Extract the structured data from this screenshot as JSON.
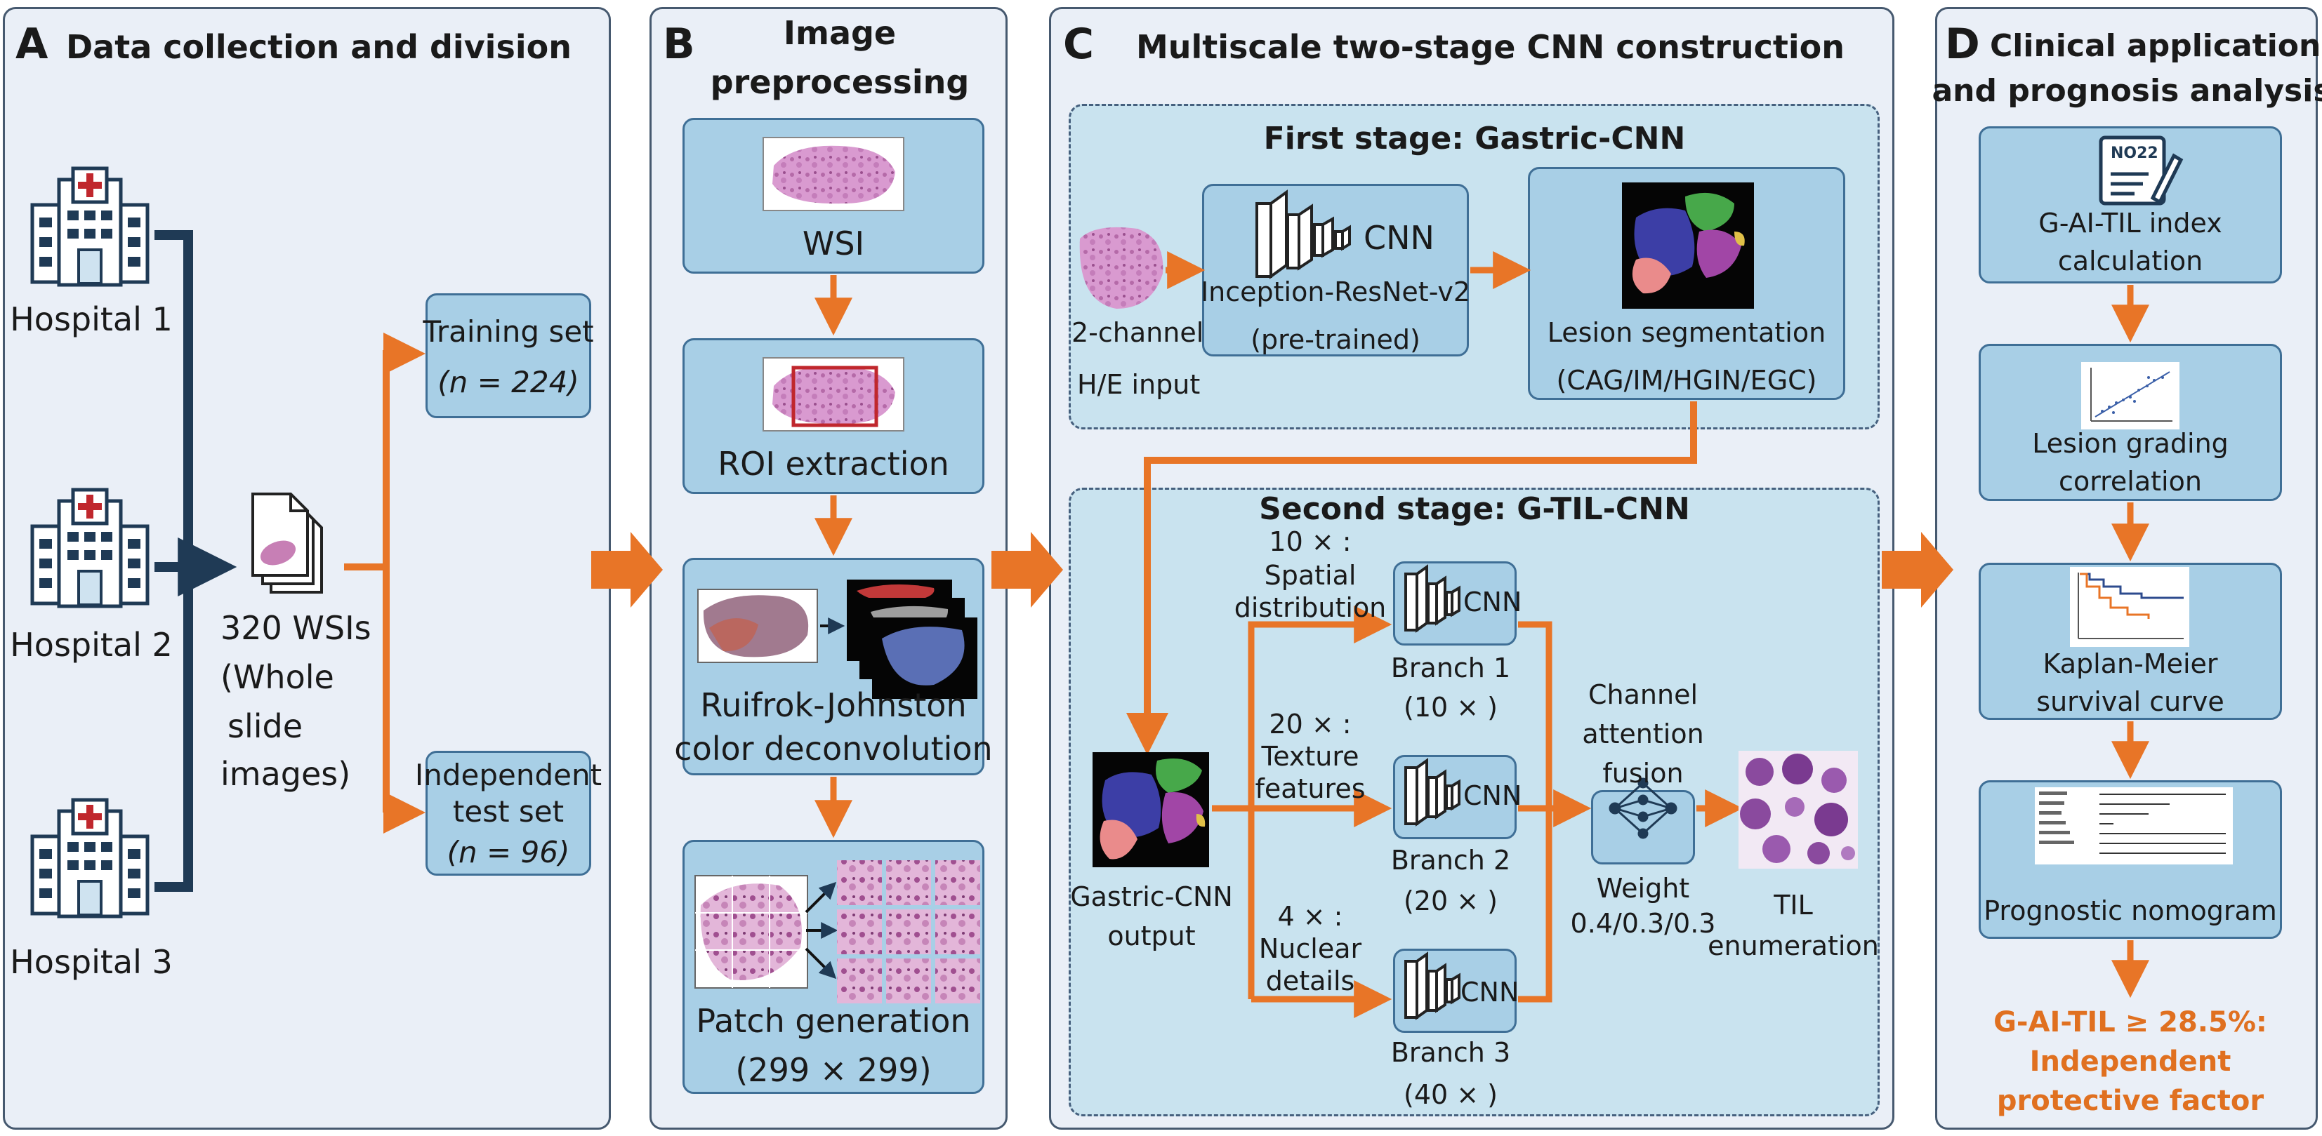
{
  "colors": {
    "arrow": "#e87527",
    "dark_arrow": "#1f3a55",
    "panel_bg": "#eaeff7",
    "box_bg": "#a8cfe6",
    "dash_bg": "#c9e3ef",
    "final_text": "#e07020"
  },
  "panel_a": {
    "letter": "A",
    "title": "Data collection and division",
    "hospitals": [
      "Hospital 1",
      "Hospital 2",
      "Hospital 3"
    ],
    "wsi_count": "320 WSIs",
    "wsi_desc": [
      "(Whole",
      "slide",
      "images)"
    ],
    "training_set": {
      "label": "Training set",
      "n": "(n = 224)"
    },
    "test_set": {
      "label1": "Independent",
      "label2": "test set",
      "n": "(n = 96)"
    }
  },
  "panel_b": {
    "letter": "B",
    "title1": "Image",
    "title2": "preprocessing",
    "steps": [
      {
        "label": "WSI"
      },
      {
        "label": "ROI extraction"
      },
      {
        "label1": "Ruifrok-Johnston",
        "label2": "color deconvolution"
      },
      {
        "label1": "Patch generation",
        "label2": "(299 × 299)"
      }
    ]
  },
  "panel_c": {
    "letter": "C",
    "title": "Multiscale two-stage CNN construction",
    "first_stage": {
      "title": "First stage: Gastric-CNN",
      "input1": "2-channel",
      "input2": "H/E input",
      "cnn_label": "CNN",
      "model1": "Inception-ResNet-v2",
      "model2": "(pre-trained)",
      "seg1": "Lesion segmentation",
      "seg2": "(CAG/IM/HGIN/EGC)"
    },
    "second_stage": {
      "title": "Second stage: G-TIL-CNN",
      "output1": "Gastric-CNN",
      "output2": "output",
      "branches": [
        {
          "scale": "10 × :",
          "desc1": "Spatial",
          "desc2": "distribution",
          "name": "Branch 1",
          "mag": "(10 × )",
          "cnn": "CNN"
        },
        {
          "scale": "20 × :",
          "desc1": "Texture",
          "desc2": "features",
          "name": "Branch 2",
          "mag": "(20 × )",
          "cnn": "CNN"
        },
        {
          "scale": "4 × :",
          "desc1": "Nuclear",
          "desc2": "details",
          "name": "Branch 3",
          "mag": "(40 × )",
          "cnn": "CNN"
        }
      ],
      "fusion1": "Channel",
      "fusion2": "attention",
      "fusion3": "fusion",
      "weight1": "Weight",
      "weight2": "0.4/0.3/0.3",
      "til1": "TIL",
      "til2": "enumeration"
    }
  },
  "panel_d": {
    "letter": "D",
    "title1": "Clinical application",
    "title2": "and prognosis analysis",
    "clipboard_text": "NO22",
    "steps": [
      {
        "label1": "G-AI-TIL index",
        "label2": "calculation"
      },
      {
        "label1": "Lesion grading",
        "label2": "correlation"
      },
      {
        "label1": "Kaplan-Meier",
        "label2": "survival curve"
      },
      {
        "label1": "Prognostic nomogram"
      }
    ],
    "result1": "G-AI-TIL ≥ 28.5%:",
    "result2": "Independent",
    "result3": "protective factor"
  }
}
